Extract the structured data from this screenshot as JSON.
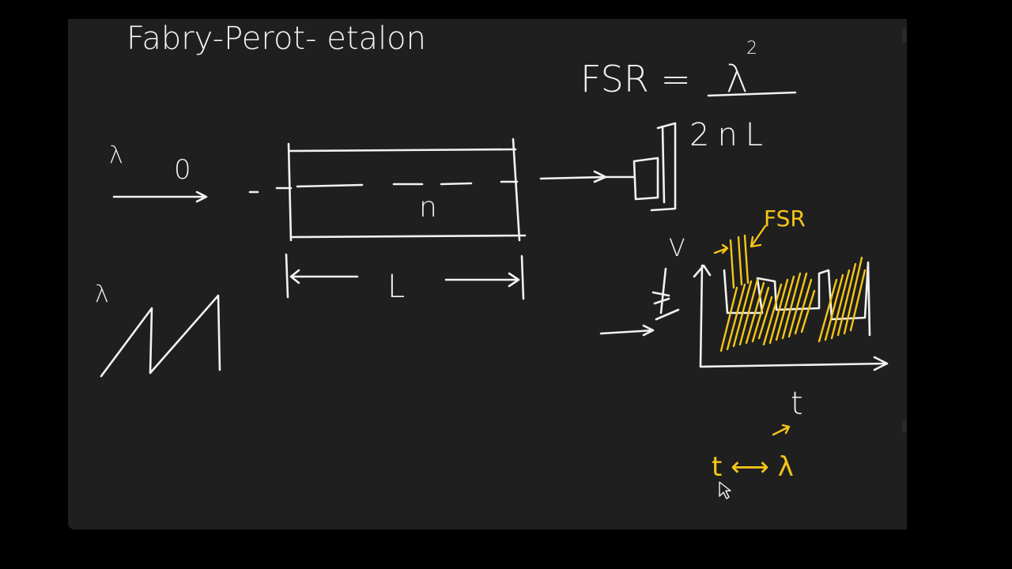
{
  "whiteboard": {
    "title": "Fabry-Perot- etalon",
    "formula": {
      "lhs": "FSR =",
      "numerator": "λ",
      "exponent": "2",
      "denominator": "2nL"
    },
    "labels": {
      "lambda_input": "λ",
      "zero": "0",
      "refractive_index": "n",
      "length": "L",
      "lambda_sweep": "λ",
      "voltage": "V",
      "fsr_annotation": "FSR",
      "time_axis": "t",
      "time_relation": "t ⟷ λ"
    },
    "colors": {
      "background": "#1f1f1f",
      "chalk": "#f2f2f2",
      "highlight": "#f5c518"
    },
    "cursor": "pointer-cursor"
  }
}
